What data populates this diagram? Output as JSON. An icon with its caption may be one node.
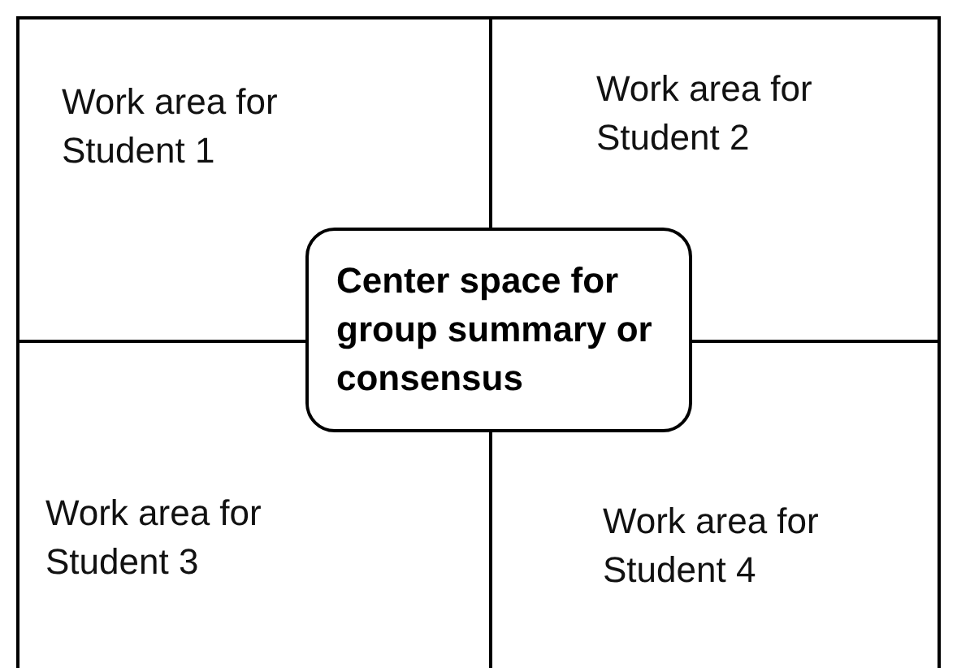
{
  "diagram": {
    "nodes": [
      {
        "text": [
          "Work area for Student 1"
        ]
      },
      {
        "text": [
          "Work area for Student 2"
        ]
      },
      {
        "text": [
          "Work area for Student 3"
        ]
      },
      {
        "text": [
          "Work area for Student 4"
        ]
      },
      {
        "text": [
          "Center space for group summary or consensus"
        ]
      }
    ]
  }
}
